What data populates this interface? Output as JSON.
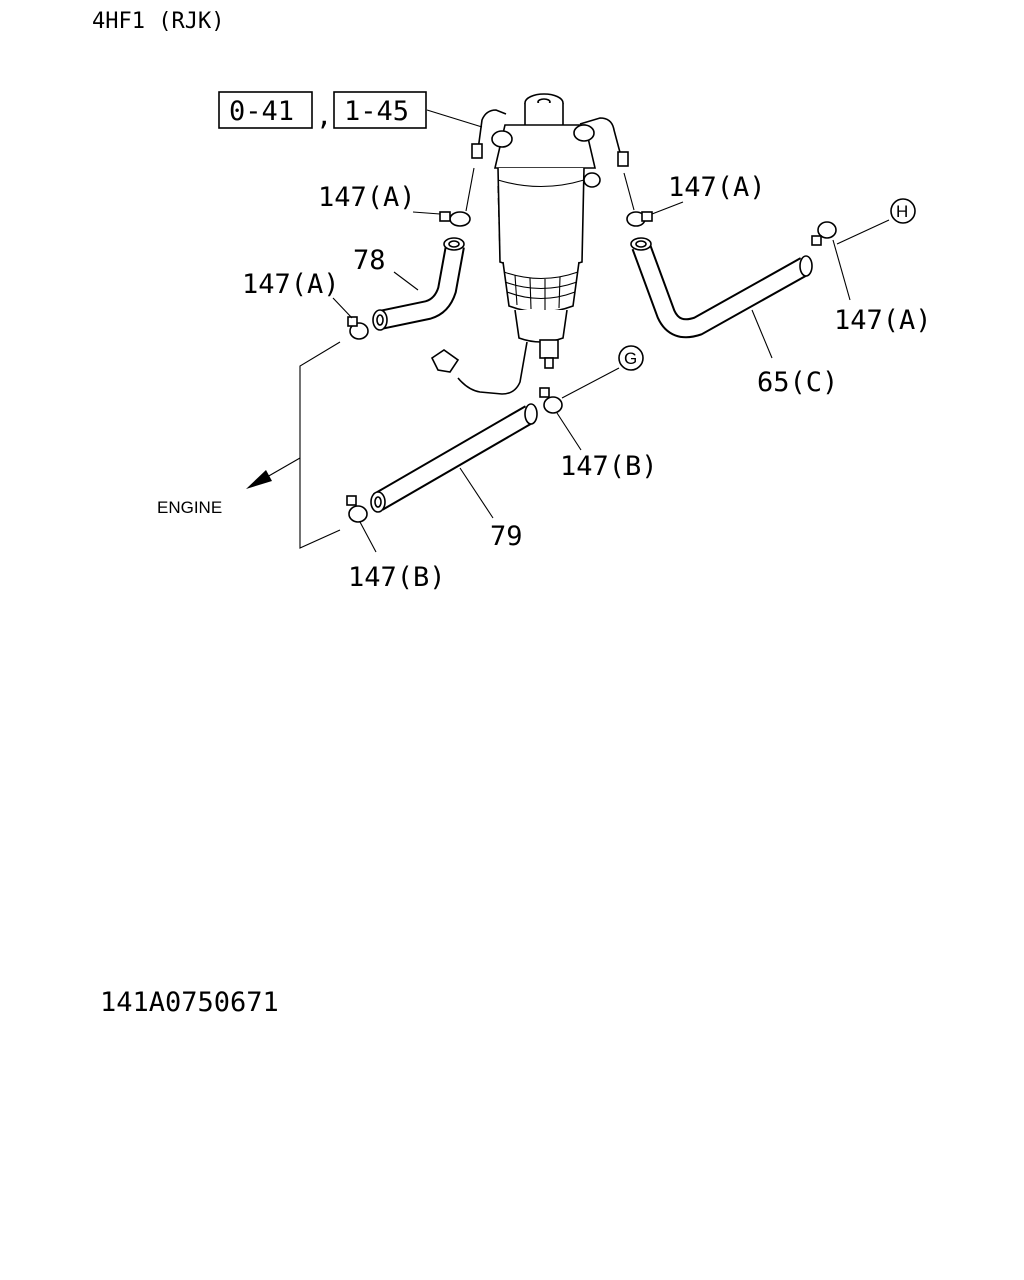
{
  "header": {
    "model_code": "4HF1 (RJK)"
  },
  "references": {
    "ref_a": "0-41",
    "separator": ",",
    "ref_b": "1-45"
  },
  "callouts": {
    "clamp_a_upper_left": "147(A)",
    "clamp_a_left": "147(A)",
    "clamp_a_upper_right": "147(A)",
    "clamp_a_right": "147(A)",
    "clamp_b_right": "147(B)",
    "clamp_b_left": "147(B)",
    "hose_78": "78",
    "hose_65c": "65(C)",
    "hose_79": "79",
    "connector_h": "H",
    "connector_g": "G",
    "engine": "ENGINE"
  },
  "footer": {
    "figure_id": "141A0750671"
  }
}
